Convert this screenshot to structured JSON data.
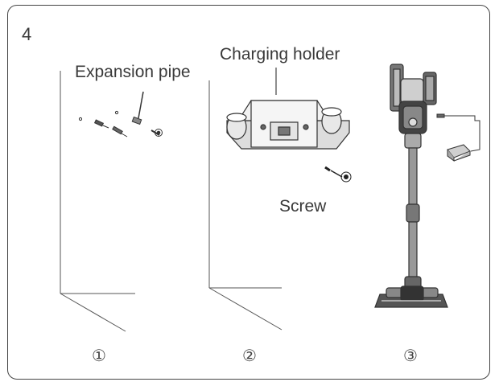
{
  "step_number": "4",
  "labels": {
    "expansion_pipe": "Expansion pipe",
    "charging_holder": "Charging holder",
    "screw": "Screw"
  },
  "panels": [
    "①",
    "②",
    "③"
  ]
}
